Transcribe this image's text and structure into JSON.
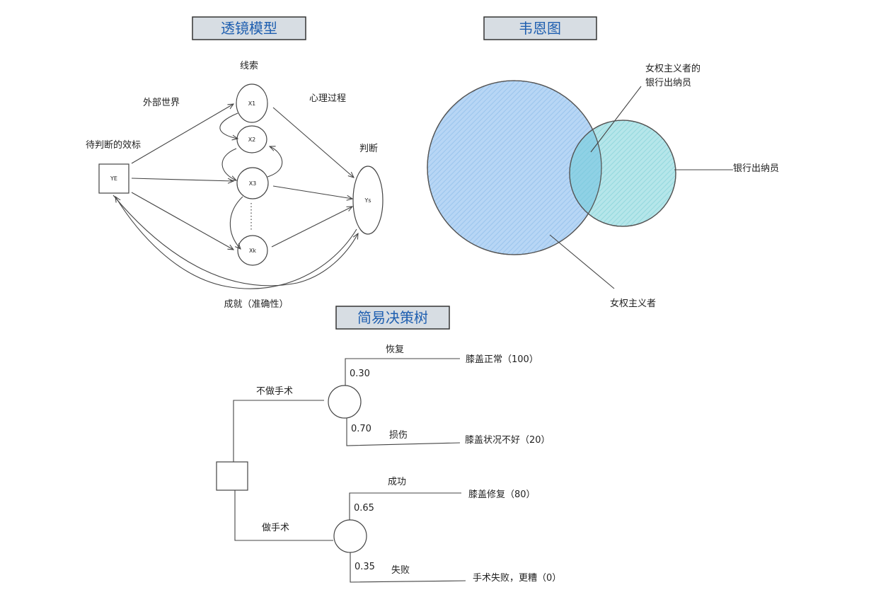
{
  "lens_model": {
    "title": "透镜模型",
    "cues_label": "线索",
    "outer_world": "外部世界",
    "psych_process": "心理过程",
    "criterion_label": "待判断的效标",
    "judgment_label": "判断",
    "achievement_label": "成就（准确性）",
    "ye": "YE",
    "ys": "Ys",
    "cues": [
      "X1",
      "X2",
      "X3",
      "Xk"
    ]
  },
  "venn": {
    "title": "韦恩图",
    "feminist_teller_line1": "女权主义者的",
    "feminist_teller_line2": "银行出纳员",
    "bank_teller": "银行出纳员",
    "feminist": "女权主义者",
    "colors": {
      "big": "#a9cdf2",
      "small": "#a8e3e6",
      "overlap": "#6fbfe0"
    }
  },
  "decision_tree": {
    "title": "简易决策树",
    "no_surgery": "不做手术",
    "surgery": "做手术",
    "recover": "恢复",
    "injury": "损伤",
    "success": "成功",
    "failure": "失败",
    "p_recover": "0.30",
    "p_injury": "0.70",
    "p_success": "0.65",
    "p_failure": "0.35",
    "out_recover": "膝盖正常（100）",
    "out_injury": "膝盖状况不好（20）",
    "out_success": "膝盖修复（80）",
    "out_failure": "手术失败，更糟（0）"
  },
  "colors": {
    "title_bg": "#d7dde3",
    "title_text": "#1f5fb0"
  }
}
